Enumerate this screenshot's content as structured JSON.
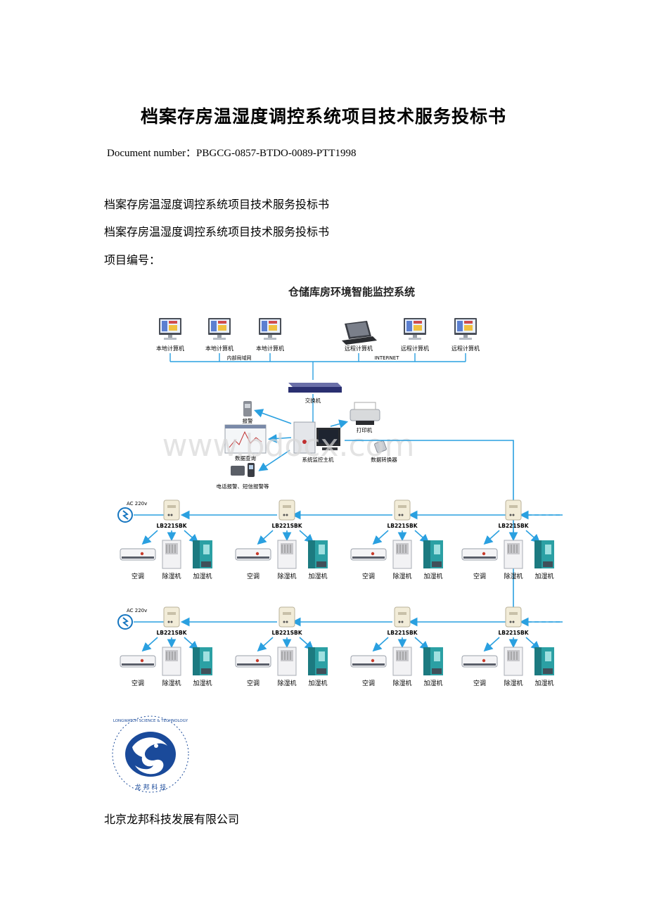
{
  "document": {
    "title": "档案存房温湿度调控系统项目技术服务投标书",
    "number_line": "Document number：PBGCG-0857-BTDO-0089-PTT1998",
    "paragraphs": [
      "档案存房温湿度调控系统项目技术服务投标书",
      "档案存房温湿度调控系统项目技术服务投标书",
      "项目编号："
    ],
    "company": "北京龙邦科技发展有限公司"
  },
  "diagram": {
    "title": "仓储库房环境智能监控系统",
    "watermark": "www.bdocx.com",
    "computers": [
      "本地计算机",
      "本地计算机",
      "本地计算机",
      "远程计算机",
      "远程计算机",
      "远程计算机"
    ],
    "lan_label": "内部局域网",
    "internet_label": "INTERNET",
    "switch_label": "交换机",
    "alarm_label": "报警",
    "printer_label": "打印机",
    "query_label": "数据查询",
    "host_label": "系统监控主机",
    "converter_label": "数据转换器",
    "sms_label": "电话报警、短信报警等",
    "ac_label": "AC 220v",
    "controller_label": "LB221SBK",
    "device_labels": [
      "空调",
      "除湿机",
      "加湿机"
    ]
  },
  "logo": {
    "ring_text": "LONGWATCH SCIENCE & TECHNOLOGY",
    "bottom_text": "龙 邦 科 技"
  },
  "colors": {
    "line": "#2aa0e0",
    "line_dark": "#1676c0",
    "logo_blue": "#1a4a9a"
  }
}
